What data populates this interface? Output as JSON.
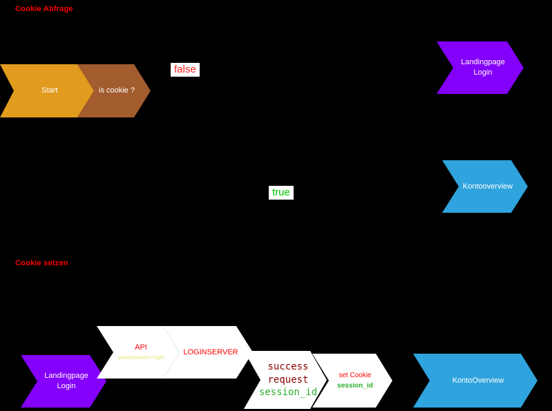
{
  "sections": {
    "cookie_abfrage": "Cookie Abfrage",
    "cookie_setzen": "Cookie setzen"
  },
  "branch_labels": {
    "false_label": "false",
    "true_label": "true"
  },
  "nodes": {
    "start": {
      "label": "Start"
    },
    "is_cookie": {
      "label": "is cookie ?"
    },
    "landingpage_login_top": {
      "line1": "Landingpage",
      "line2": "Login"
    },
    "kontooverview_top": {
      "label": "Kontooverview"
    },
    "landingpage_login_bottom": {
      "line1": "Landingpage",
      "line2": "Login"
    },
    "api": {
      "title": "API",
      "subtitle": "unset/session.login"
    },
    "loginserver": {
      "label": "LOGINSERVER"
    },
    "success_request": {
      "line1": "success",
      "line2": "request",
      "line3": "session_id"
    },
    "set_cookie": {
      "line1": "set Cookie",
      "line2": "session_id"
    },
    "kontooverview_bottom": {
      "label": "KontoOverview"
    }
  },
  "colors": {
    "background": "#000000",
    "start_fill": "#E19B1F",
    "decision_fill": "#A35C2E",
    "page_fill": "#8400FA",
    "overview_fill": "#2FA3DD",
    "process_fill": "#FFFFFF",
    "label_red": "#FF0000",
    "false_red": "#FF2222",
    "true_green": "#00CC00",
    "success_dark_red": "#8B0000",
    "session_green": "#2FAF2F",
    "api_subtitle_yellow": "#E6E67E"
  }
}
